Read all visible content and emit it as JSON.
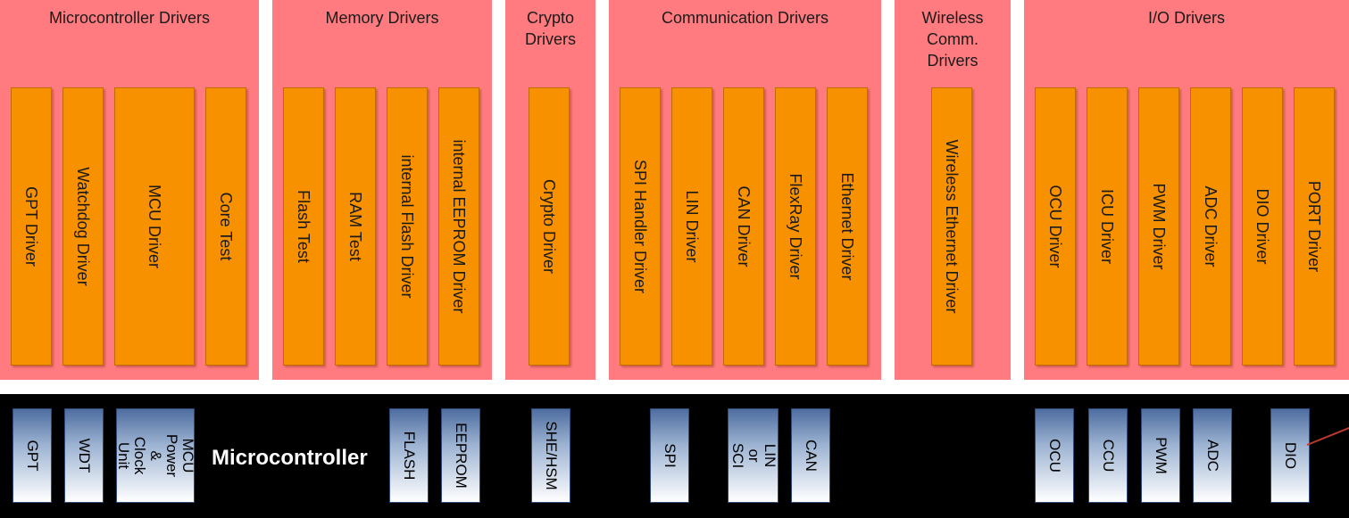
{
  "groups": [
    {
      "title": "Microcontroller Drivers",
      "drivers": [
        "GPT Driver",
        "Watchdog Driver",
        "MCU Driver",
        "Core Test"
      ]
    },
    {
      "title": "Memory Drivers",
      "drivers": [
        "Flash Test",
        "RAM Test",
        "internal Flash Driver",
        "internal EEPROM Driver"
      ]
    },
    {
      "title": "Crypto\nDrivers",
      "drivers": [
        "Crypto Driver"
      ]
    },
    {
      "title": "Communication Drivers",
      "drivers": [
        "SPI Handler Driver",
        "LIN Driver",
        "CAN Driver",
        "FlexRay Driver",
        "Ethernet Driver"
      ]
    },
    {
      "title": "Wireless\nComm.\nDrivers",
      "drivers": [
        "Wireless Ethernet Driver"
      ]
    },
    {
      "title": "I/O Drivers",
      "drivers": [
        "OCU Driver",
        "ICU Driver",
        "PWM Driver",
        "ADC Driver",
        "DIO Driver",
        "PORT Driver"
      ]
    }
  ],
  "microcontroller": {
    "label": "Microcontroller",
    "units": [
      "GPT",
      "WDT",
      "MCU\nPower &\nClock Unit",
      "FLASH",
      "EEPROM",
      "SHE/HSM",
      "SPI",
      "LIN or\nSCI",
      "CAN",
      "OCU",
      "CCU",
      "PWM",
      "ADC",
      "DIO"
    ]
  },
  "colors": {
    "group_bg": "#ff7b7f",
    "driver_bg": "#f79100",
    "bar_bg": "#000000",
    "hw_gradient_top": "#4e6da0"
  }
}
